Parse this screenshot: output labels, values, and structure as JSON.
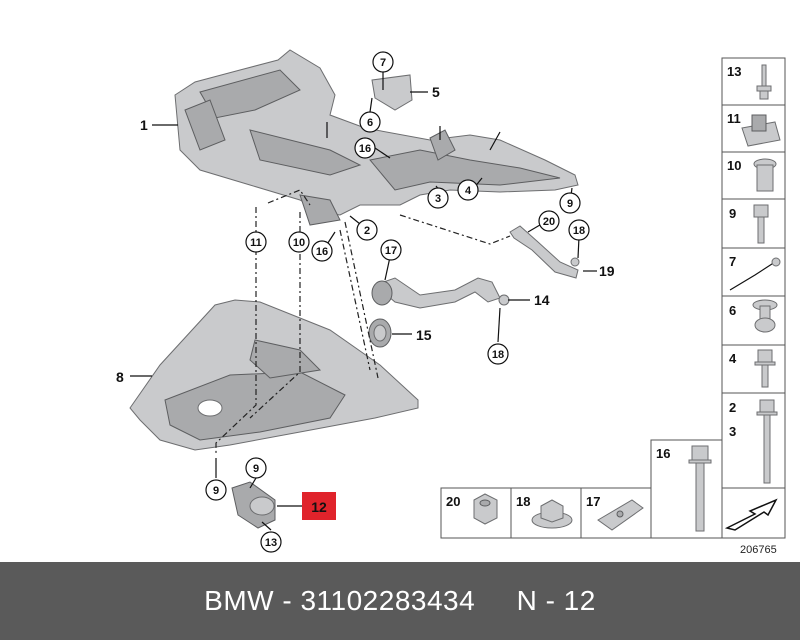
{
  "callouts": {
    "c1": "1",
    "c2": "2",
    "c3": "3",
    "c4": "4",
    "c5": "5",
    "c6": "6",
    "c7": "7",
    "c8": "8",
    "c9_right": "9",
    "c9_pad": "9",
    "c9_bottom": "9",
    "c10": "10",
    "c11": "11",
    "c12": "12",
    "c13": "13",
    "c14": "14",
    "c15": "15",
    "c16_top": "16",
    "c16_bottom": "16",
    "c17": "17",
    "c18_top": "18",
    "c18_bottom": "18",
    "c19": "19",
    "c20": "20"
  },
  "legend": {
    "r13": "13",
    "r11": "11",
    "r10": "10",
    "r9": "9",
    "r7": "7",
    "r6": "6",
    "r4": "4",
    "r2": "2",
    "r3": "3",
    "r16": "16",
    "b20": "20",
    "b18": "18",
    "b17": "17"
  },
  "diagram_number": "206765",
  "highlight_color": "#e0232b",
  "footer": {
    "text": "BMW - 31102283434     N - 12"
  }
}
